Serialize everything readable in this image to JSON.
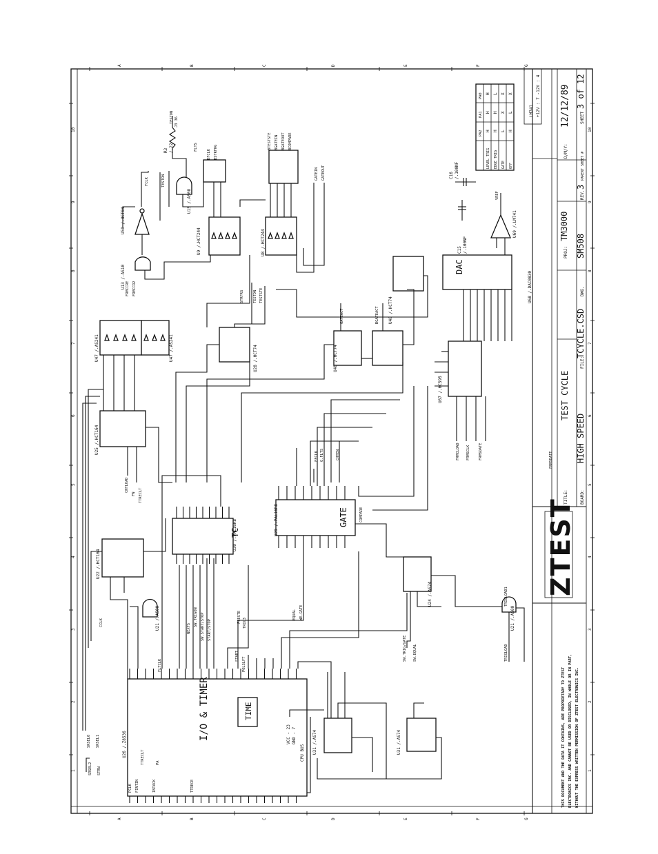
{
  "border": {
    "top_letters": [
      "A",
      "B",
      "C",
      "D",
      "E",
      "F",
      "G"
    ],
    "side_numbers": [
      "1",
      "2",
      "3",
      "4",
      "5",
      "6",
      "7",
      "8",
      "9",
      "10"
    ]
  },
  "title_block": {
    "notice": [
      "THIS DOCUMENT AND THE DATA IT CONTAINS, ARE PROPRIETARY TO ZTEST",
      "ELECTRONICS INC. AND CANNOT BE USED OR DISCLOSED, IN WHOLE OR IN PART,",
      "WITHOUT THE EXPRESS WRITTEN PERMISSION OF ZTEST ELECTRONICS INC."
    ],
    "logo": "ZTEST",
    "title_label": "TITLE:",
    "title": "TEST CYCLE",
    "board_label": "BOARD:",
    "board": "HIGH SPEED",
    "file_label": "FILE:",
    "file": "TCYCLE.CSD",
    "dwg_label": "DWG.",
    "dwg": "SM508",
    "rev_label": "REV.",
    "rev": "3",
    "proj_label": "PROJ:",
    "proj": "TM3000",
    "parent_label": "PARENT SHEET #",
    "dmy_label": "D/M/Y:",
    "date": "12/12/89",
    "sheet_label": "SHEET",
    "sheet": "3 of 12"
  },
  "trigger_table": {
    "headers": [
      "PA2",
      "PA1",
      "PA0"
    ],
    "rows": [
      {
        "label": "LEVEL TRIG",
        "values": [
          "H",
          "H",
          "H"
        ]
      },
      {
        "label": "EDGE TRIG",
        "values": [
          "H",
          "H",
          "L"
        ]
      },
      {
        "label": "GATE",
        "values": [
          "L",
          "X",
          "X"
        ]
      },
      {
        "label": "OFF",
        "values": [
          "H",
          "L",
          "X"
        ]
      }
    ]
  },
  "chips": {
    "io_timer": {
      "ref": "U26 /.Z8536",
      "name": "I/O & TIMER",
      "sub": "TIME",
      "power": "VCC - 23",
      "gnd": "GND - 7",
      "bus": "CPU BUS"
    },
    "tc": {
      "ref": "U30 /.PAL16R8",
      "name": "TC"
    },
    "gate": {
      "ref": "U29 /.PAL16R8",
      "name": "GATE"
    },
    "dac": {
      "ref": "U68 /.DAC0830",
      "name": "DAC"
    },
    "u22": {
      "ref": "U22 /.HCT164"
    },
    "u25": {
      "ref": "U25 /.HCT164"
    },
    "u47": {
      "ref": "U47 /.AS241"
    },
    "u28": {
      "ref": "U28 /.HCT74"
    },
    "u9": {
      "ref": "U9 /.HCT244"
    },
    "u8": {
      "ref": "U8 /.HCT244"
    },
    "u13": {
      "ref": "U13 /.AS10"
    },
    "u50": {
      "ref": "U50 /.HCT04"
    },
    "u15": {
      "ref": "U15 /.AS08"
    },
    "u48": {
      "ref": "U48 /.HCT74"
    },
    "u24": {
      "ref": "U24 /.AS74"
    },
    "u21": {
      "ref": "U21 /.AS00"
    },
    "u31": {
      "ref": "U31 /.AS74"
    },
    "u67": {
      "ref": "U67 /.HC595"
    },
    "u69": {
      "ref": "U69 /.LM741"
    },
    "lm741": {
      "ref": "LM741",
      "pins": "+12V : 7  -12V : 4"
    }
  },
  "components": {
    "r3": {
      "ref": "R3",
      "value": "/.22"
    },
    "c15": {
      "ref": "C15",
      "value": "/.100NF"
    },
    "c16": {
      "ref": "C16",
      "value": "/.100NF"
    }
  },
  "nets": [
    "TESTON",
    "J3 36",
    "FLTS",
    "FCLK",
    "TESTON",
    "BFCLK",
    "BSTRFRG",
    "BTESTSTE",
    "BGATEIN",
    "BGATEOUT",
    "BCOMPARE",
    "GATEIN",
    "GATEOUT",
    "FRMCCRE",
    "FRMCCR2",
    "STRFRG",
    "TESTON",
    "TESTSTE",
    "GATEACT",
    "BGATEACT",
    "VREF",
    "FRMCLOAD",
    "FRMSCLK",
    "FRMSDATE",
    "FRMSDATE",
    "FFCLK",
    "G.FLTS",
    "CHTEN",
    "COMPARE",
    "TRIGLOAD1",
    "TRIGLOAD",
    "SW.TRIG/GATE",
    "SW.EQUAL",
    "EQUAL",
    "WE.GATE",
    "FSESTE",
    "TRIG3",
    "SW.TRIGON",
    "SW.START/STOP",
    "START/STOP",
    "NEXTS",
    "CCLK",
    "CNTLOAD",
    "FN",
    "TTRECLT",
    "SRSEL0",
    "SRSEL1",
    "SRSEL2",
    "STRN",
    "PCLK",
    "FINTIN",
    "INTACK",
    "TTRECE",
    "PA",
    "START",
    "FLTCLK",
    "POLSLFT",
    "TTRECLT"
  ]
}
